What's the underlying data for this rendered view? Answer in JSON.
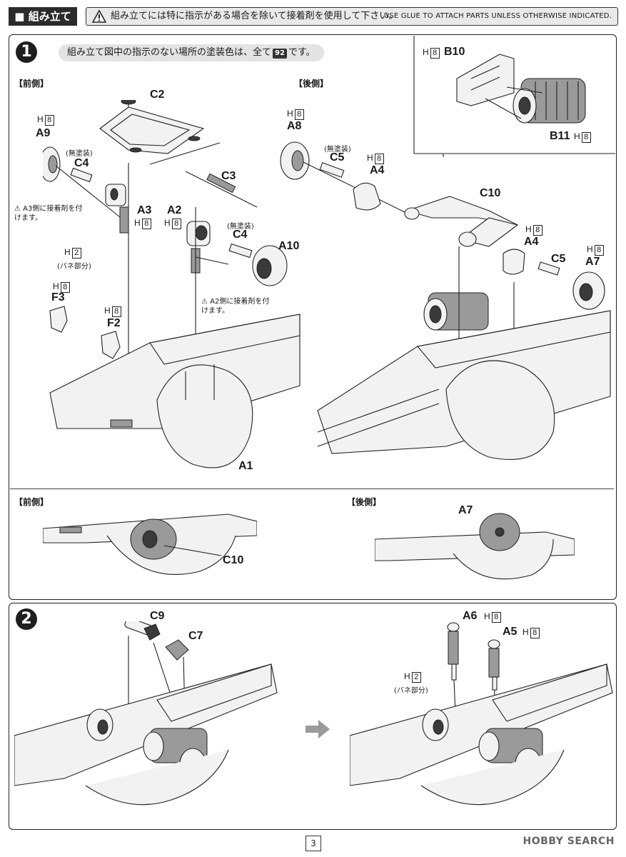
{
  "header": {
    "tab_label": "■ 組み立て",
    "note_jp": "組み立てには特に指示がある場合を除いて接着剤を使用して下さい。",
    "note_en": "USE GLUE TO ATTACH PARTS UNLESS OTHERWISE INDICATED."
  },
  "step1": {
    "number": "1",
    "instruction_before": "組み立て図中の指示のない場所の塗装色は、全て",
    "instruction_color": "92",
    "instruction_after": "です。",
    "front_label": "【前側】",
    "rear_label": "【後側】",
    "front_parts": {
      "c2": "C2",
      "a9": "A9",
      "a9_h": "H",
      "a9_h_num": "8",
      "c4a": "C4",
      "c4a_note": "(無塗装)",
      "c3": "C3",
      "a3": "A3",
      "a3_h": "H",
      "a3_h_num": "8",
      "a2": "A2",
      "a2_h": "H",
      "a2_h_num": "8",
      "c4b": "C4",
      "c4b_note": "(無塗装)",
      "a10": "A10",
      "h2": "H",
      "h2_num": "2",
      "h2_note": "(バネ部分)",
      "f3": "F3",
      "f3_h": "H",
      "f3_h_num": "8",
      "f2": "F2",
      "f2_h": "H",
      "f2_h_num": "8",
      "a1": "A1",
      "warn_a3": "A3側に接着剤を付けます。",
      "warn_a2": "A2側に接着剤を付けます。"
    },
    "rear_parts": {
      "a8": "A8",
      "a8_h": "H",
      "a8_h_num": "8",
      "c5a": "C5",
      "c5a_note": "(無塗装)",
      "a4a": "A4",
      "a4a_h": "H",
      "a4a_h_num": "8",
      "c10": "C10",
      "a4b": "A4",
      "a4b_h": "H",
      "a4b_h_num": "8",
      "c5b": "C5",
      "a7": "A7",
      "a7_h": "H",
      "a7_h_num": "8",
      "b10": "B10",
      "b10_h": "H",
      "b10_h_num": "8",
      "b11": "B11",
      "b11_h": "H",
      "b11_h_num": "8"
    },
    "sub_front_label": "【前側】",
    "sub_front_part": "C10",
    "sub_rear_label": "【後側】",
    "sub_rear_part": "A7"
  },
  "step2": {
    "number": "2",
    "c9": "C9",
    "c7": "C7",
    "a6": "A6",
    "a6_h": "H",
    "a6_h_num": "8",
    "a5": "A5",
    "a5_h": "H",
    "a5_h_num": "8",
    "h2": "H",
    "h2_num": "2",
    "h2_note": "(バネ部分)"
  },
  "footer": {
    "page_number": "3",
    "watermark": "HOBBY SEARCH"
  }
}
